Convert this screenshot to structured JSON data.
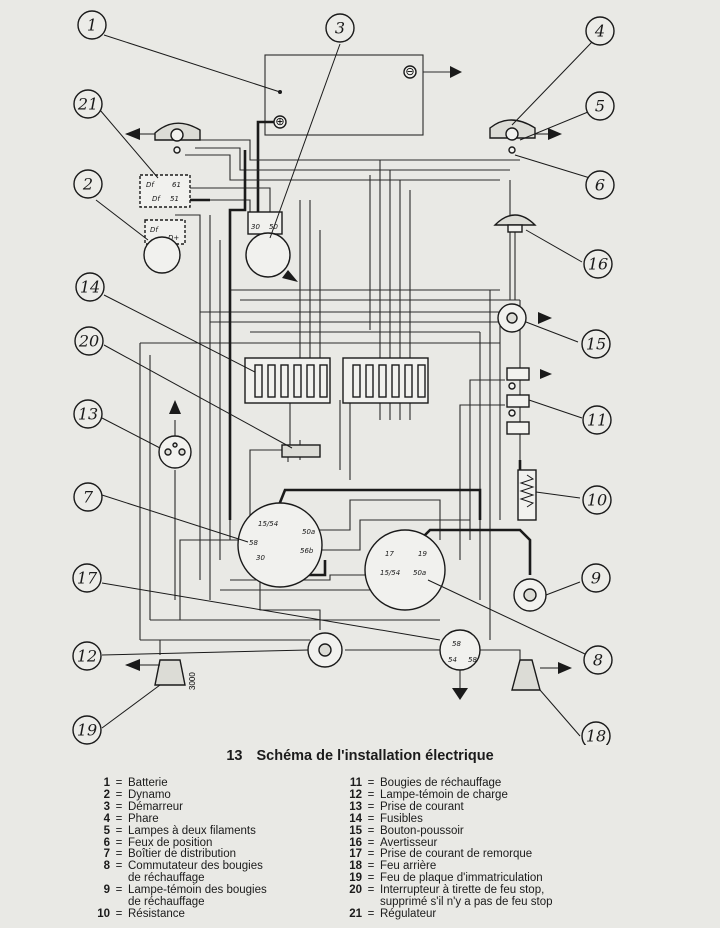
{
  "figure": {
    "number": "13",
    "title": "Schéma de l'installation électrique"
  },
  "callouts": [
    "1",
    "2",
    "3",
    "4",
    "5",
    "6",
    "7",
    "8",
    "9",
    "10",
    "11",
    "12",
    "13",
    "14",
    "15",
    "16",
    "17",
    "18",
    "19",
    "20",
    "21"
  ],
  "terminals": {
    "t30": "30",
    "t50": "50",
    "reg_df1": "Df",
    "reg_61": "61",
    "reg_df2": "Df",
    "reg_51": "51",
    "dyn_df": "Df",
    "dyn_d": "D+",
    "dist_1554": "15/54",
    "dist_58": "58",
    "dist_30": "30",
    "dist_50a": "50a",
    "dist_56b": "56b",
    "glow_17": "17",
    "glow_19": "19",
    "glow_1554": "15/54",
    "glow_50a": "50a",
    "sock_58": "58",
    "sock_54": "54",
    "plate_value": "3000",
    "batt_neg": "⊖",
    "batt_pos": "⊕"
  },
  "legend": {
    "equals": "=",
    "left": [
      {
        "num": "1",
        "label": "Batterie"
      },
      {
        "num": "2",
        "label": "Dynamo"
      },
      {
        "num": "3",
        "label": "Démarreur"
      },
      {
        "num": "4",
        "label": "Phare"
      },
      {
        "num": "5",
        "label": "Lampes à deux filaments"
      },
      {
        "num": "6",
        "label": "Feux de position"
      },
      {
        "num": "7",
        "label": "Boîtier de distribution"
      },
      {
        "num": "8",
        "label": "Commutateur des bougies",
        "cont": "de réchauffage"
      },
      {
        "num": "9",
        "label": "Lampe-témoin des bougies",
        "cont": "de réchauffage"
      },
      {
        "num": "10",
        "label": "Résistance"
      }
    ],
    "right": [
      {
        "num": "11",
        "label": "Bougies de réchauffage"
      },
      {
        "num": "12",
        "label": "Lampe-témoin de charge"
      },
      {
        "num": "13",
        "label": "Prise de courant"
      },
      {
        "num": "14",
        "label": "Fusibles"
      },
      {
        "num": "15",
        "label": "Bouton-poussoir"
      },
      {
        "num": "16",
        "label": "Avertisseur"
      },
      {
        "num": "17",
        "label": "Prise de courant de remorque"
      },
      {
        "num": "18",
        "label": "Feu arrière"
      },
      {
        "num": "19",
        "label": "Feu de plaque d'immatriculation"
      },
      {
        "num": "20",
        "label": "Interrupteur à tirette de feu stop,",
        "cont": "supprimé s'il n'y a pas de feu stop"
      },
      {
        "num": "21",
        "label": "Régulateur"
      }
    ]
  }
}
